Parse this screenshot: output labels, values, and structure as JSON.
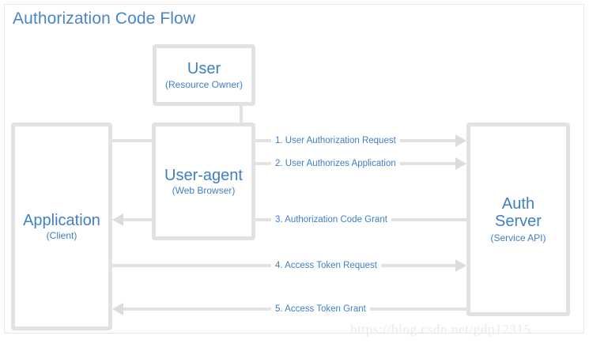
{
  "diagram": {
    "title": "Authorization Code Flow",
    "colors": {
      "accent_blue": "#3f80c4",
      "title_blue": "#4a86c8",
      "line_gray": "#e2e2e2",
      "arrow_gray": "#dcdcdc",
      "frame_gray": "#e6e6e6",
      "background": "#ffffff",
      "watermark_gray": "#e9e9e9"
    },
    "nodes": [
      {
        "id": "user",
        "title": "User",
        "subtitle": "(Resource Owner)"
      },
      {
        "id": "user-agent",
        "title": "User-agent",
        "subtitle": "(Web Browser)"
      },
      {
        "id": "application",
        "title": "Application",
        "subtitle": "(Client)"
      },
      {
        "id": "auth-server",
        "title": "Auth\nServer",
        "subtitle": "(Service API)"
      }
    ],
    "steps": [
      {
        "number": "1.",
        "label": "1. User Authorization Request",
        "from": "user-agent",
        "to": "auth-server",
        "direction": "right"
      },
      {
        "number": "2.",
        "label": "2. User Authorizes Application",
        "from": "user",
        "to": "auth-server",
        "direction": "right"
      },
      {
        "number": "3.",
        "label": "3. Authorization Code Grant",
        "from": "auth-server",
        "to": "application",
        "direction": "left"
      },
      {
        "number": "4.",
        "label": "4. Access Token Request",
        "from": "application",
        "to": "auth-server",
        "direction": "right"
      },
      {
        "number": "5.",
        "label": "5. Access Token Grant",
        "from": "auth-server",
        "to": "application",
        "direction": "left"
      }
    ],
    "watermark": "https://blog.csdn.net/gdp12315"
  }
}
